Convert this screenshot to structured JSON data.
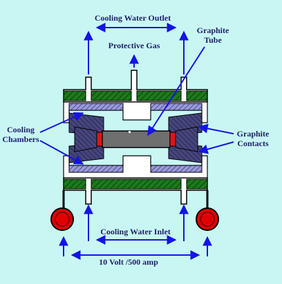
{
  "labels": {
    "cooling_water_outlet": "Cooling Water Outlet",
    "protective_gas": "Protective Gas",
    "graphite_tube_line1": "Graphite",
    "graphite_tube_line2": "Tube",
    "cooling_chambers_line1": "Cooling",
    "cooling_chambers_line2": "Chambers",
    "graphite_contacts_line1": "Graphite",
    "graphite_contacts_line2": "Contacts",
    "cooling_water_inlet": "Cooling Water Inlet",
    "power_supply": "10 Volt /500 amp"
  },
  "colors": {
    "background": "#c8f7f3",
    "arrow": "#1414e6",
    "label_text": "#1f1f6e",
    "housing_fill": "#ffffff",
    "water_jacket": "#1c7a1c",
    "cooling_chamber_fill": "#8080c8",
    "graphite_contact": "#3e3e74",
    "graphite_tube": "#6f6f6f",
    "electrode_ring": "#e0141a",
    "terminal": "#e00000"
  }
}
